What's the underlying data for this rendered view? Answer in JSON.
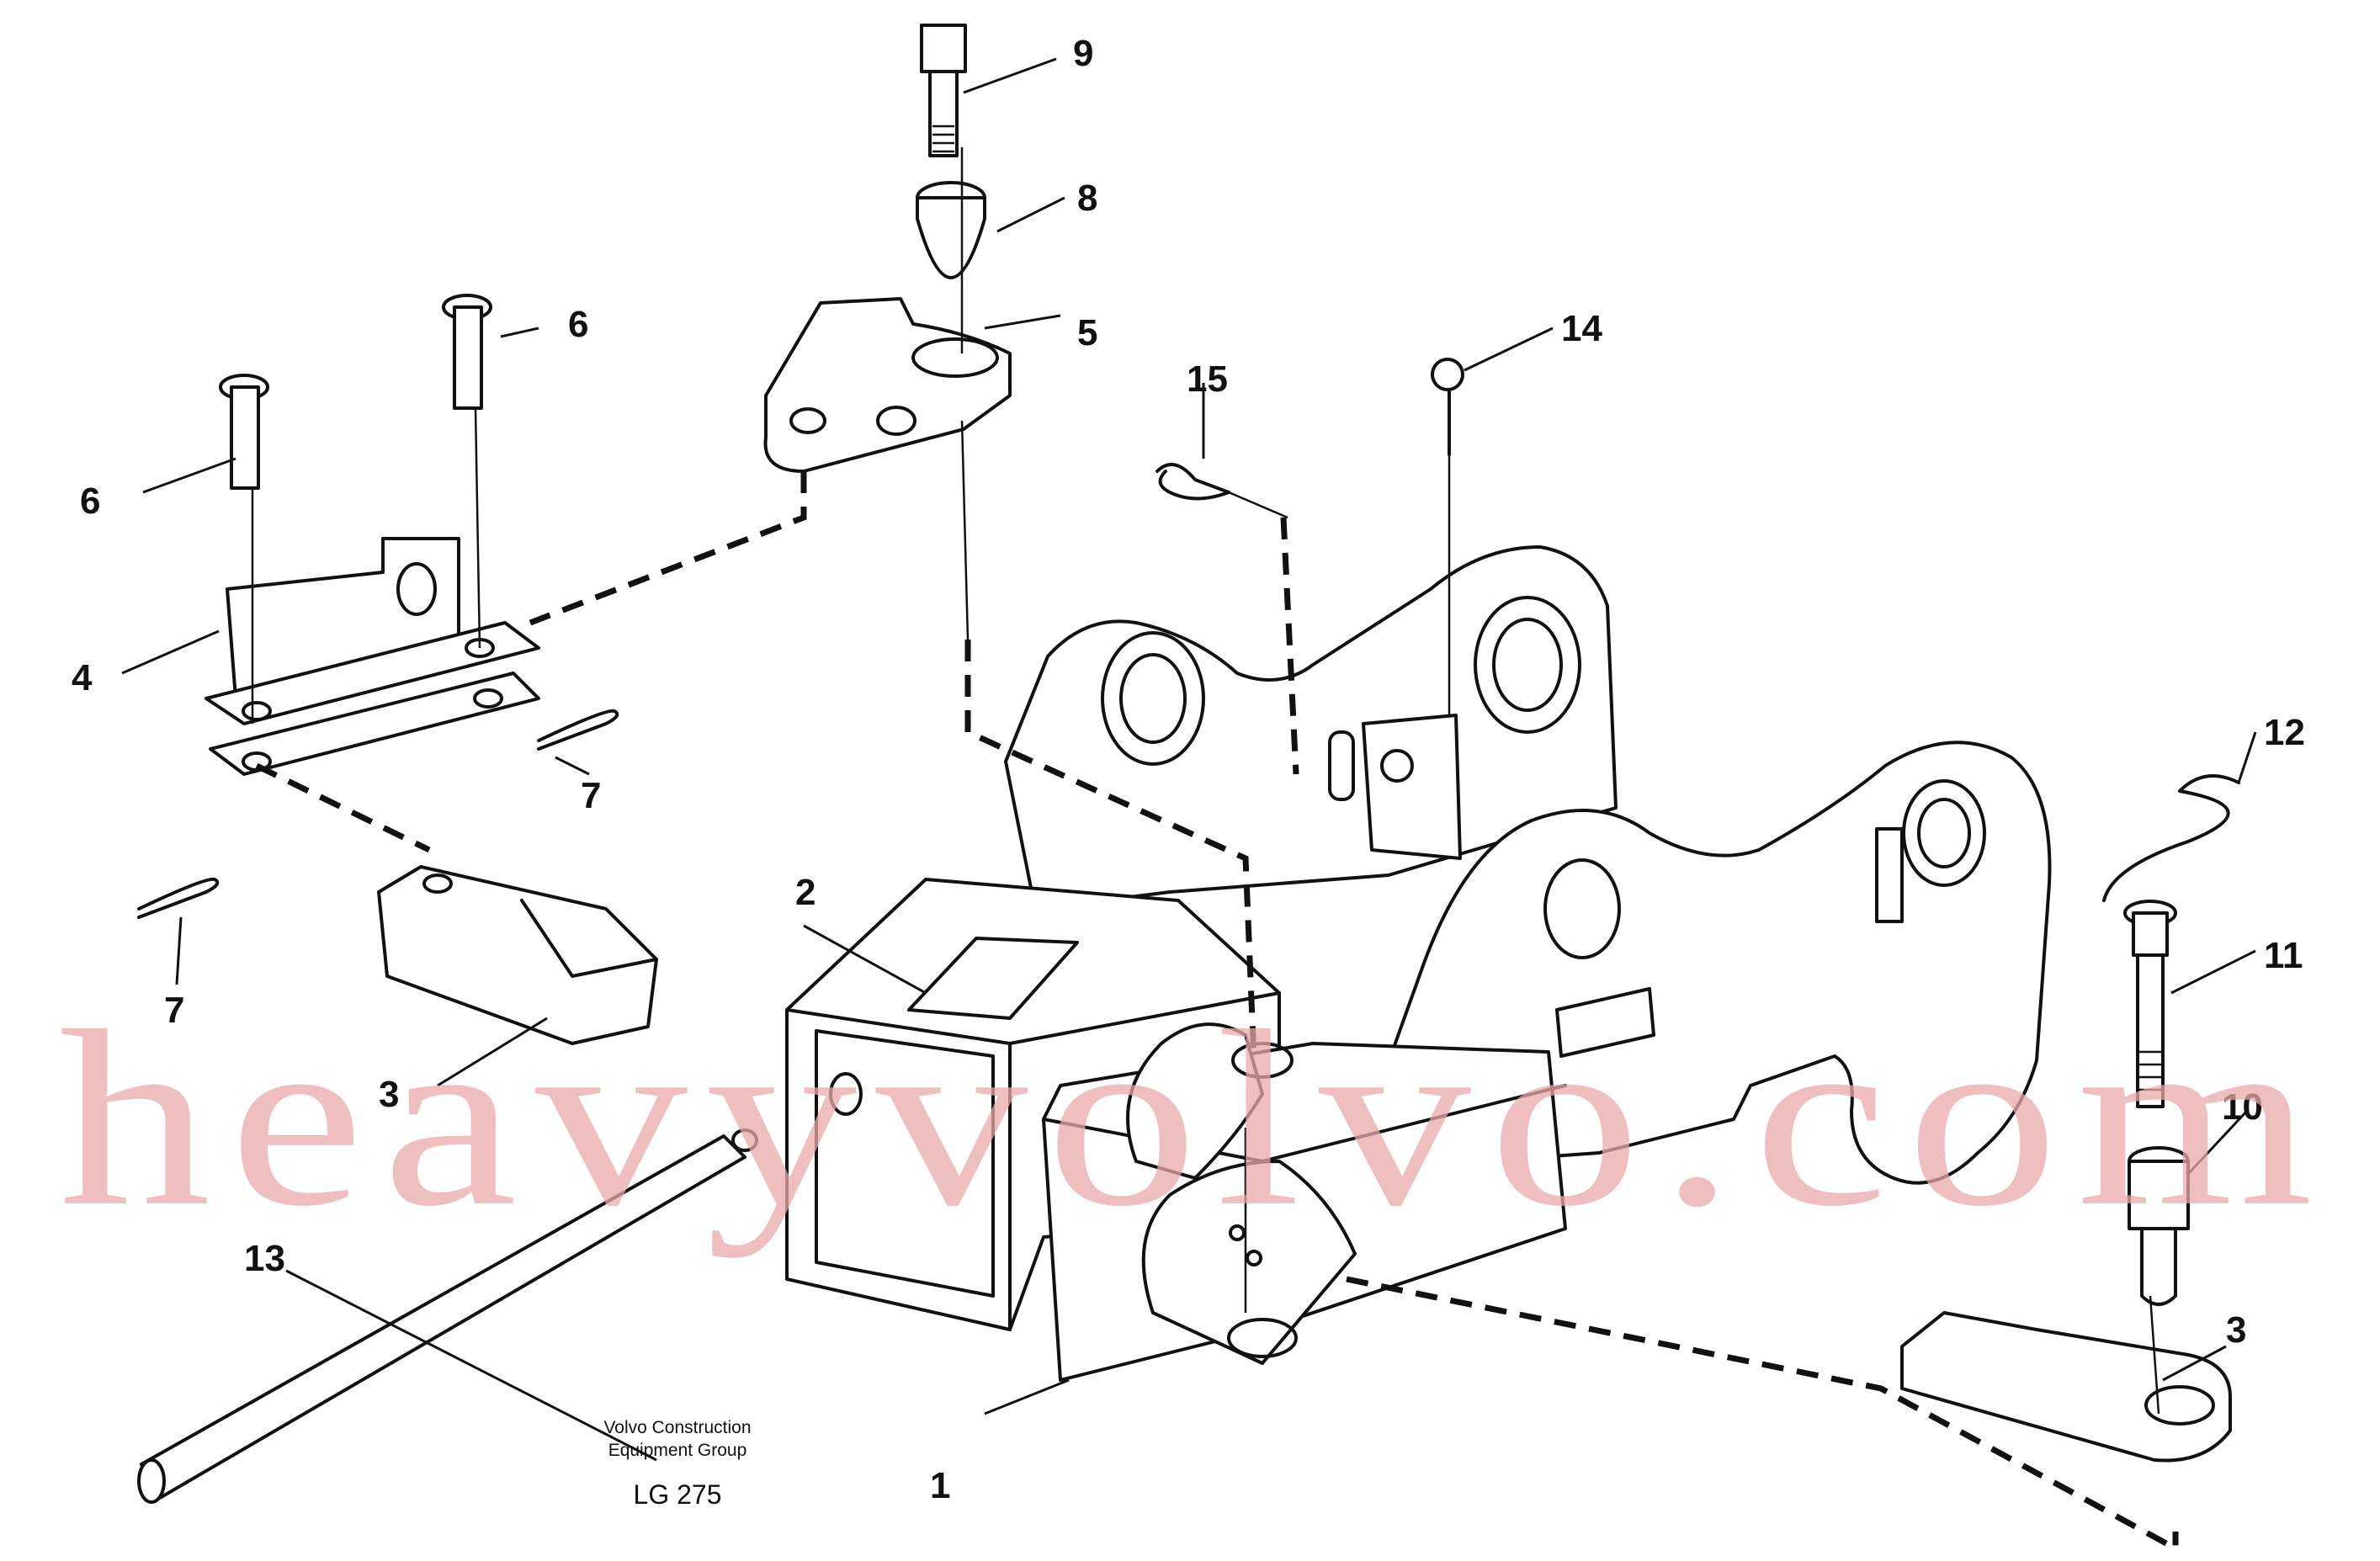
{
  "drawing": {
    "caption_line1": "Volvo Construction",
    "caption_line2": "Equipment Group",
    "drawing_number": "LG 275",
    "watermark": "heavyvolvo.com"
  },
  "callouts": [
    {
      "id": "c1",
      "label": "1"
    },
    {
      "id": "c2",
      "label": "2"
    },
    {
      "id": "c3a",
      "label": "3"
    },
    {
      "id": "c3b",
      "label": "3"
    },
    {
      "id": "c4",
      "label": "4"
    },
    {
      "id": "c5",
      "label": "5"
    },
    {
      "id": "c6a",
      "label": "6"
    },
    {
      "id": "c6b",
      "label": "6"
    },
    {
      "id": "c7a",
      "label": "7"
    },
    {
      "id": "c7b",
      "label": "7"
    },
    {
      "id": "c8",
      "label": "8"
    },
    {
      "id": "c9",
      "label": "9"
    },
    {
      "id": "c10",
      "label": "10"
    },
    {
      "id": "c11",
      "label": "11"
    },
    {
      "id": "c12",
      "label": "12"
    },
    {
      "id": "c13",
      "label": "13"
    },
    {
      "id": "c14",
      "label": "14"
    },
    {
      "id": "c15",
      "label": "15"
    }
  ]
}
